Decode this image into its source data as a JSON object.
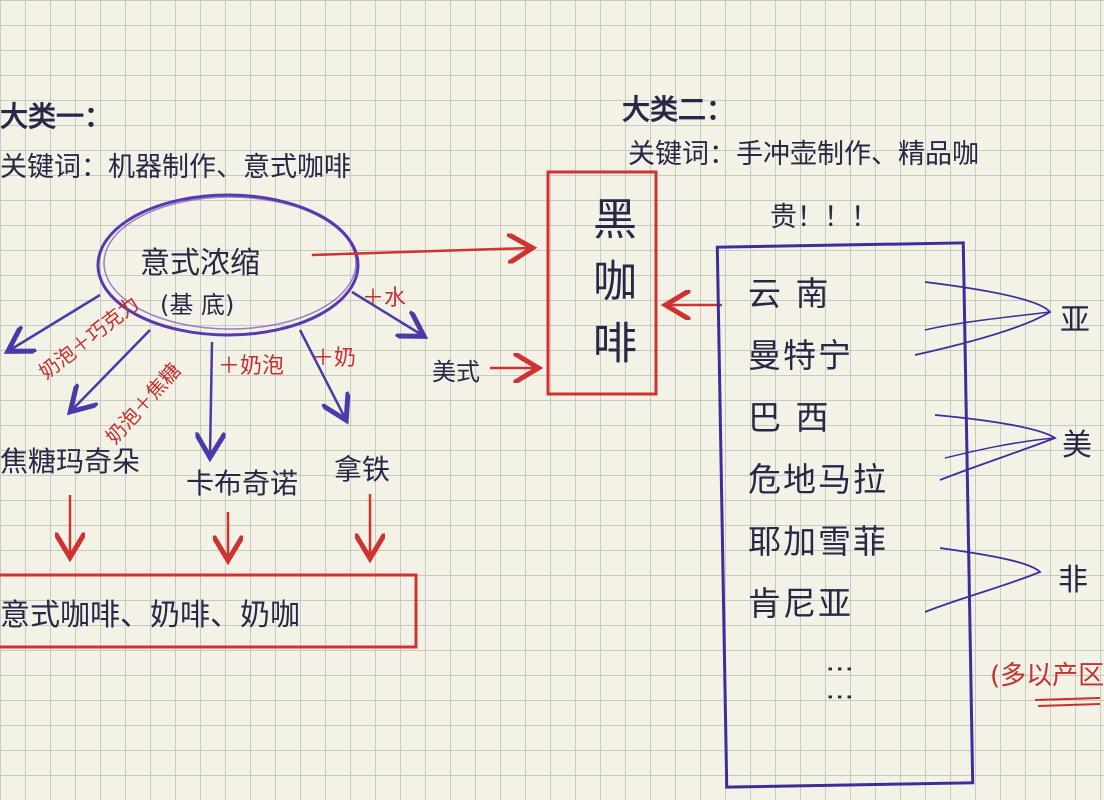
{
  "category1": {
    "heading": "大类一：",
    "keywords": "关键词：机器制作、意式咖啡"
  },
  "category2": {
    "heading": "大类二：",
    "keywords": "关键词：手冲壶制作、精品咖",
    "note": "贵！！！"
  },
  "espresso": {
    "title": "意式浓缩",
    "subtitle": "(基 底)"
  },
  "black_coffee": "黑咖啡",
  "american": "美式",
  "branches": [
    {
      "label": "奶泡＋巧克力",
      "drink": ""
    },
    {
      "label": "奶泡＋焦糖",
      "drink": "焦糖玛奇朵"
    },
    {
      "label": "＋奶泡",
      "drink": "卡布奇诺"
    },
    {
      "label": "＋奶",
      "drink": "拿铁"
    },
    {
      "label": "＋水",
      "drink": ""
    }
  ],
  "summary_box": "意式咖啡、奶啡、奶咖",
  "origins": [
    "云 南",
    "曼特宁",
    "巴 西",
    "危地马拉",
    "耶加雪菲",
    "肯尼亚"
  ],
  "ellipsis": "⋮⋮",
  "regions": [
    "亚",
    "美",
    "非"
  ],
  "region_note": "(多以产区"
}
